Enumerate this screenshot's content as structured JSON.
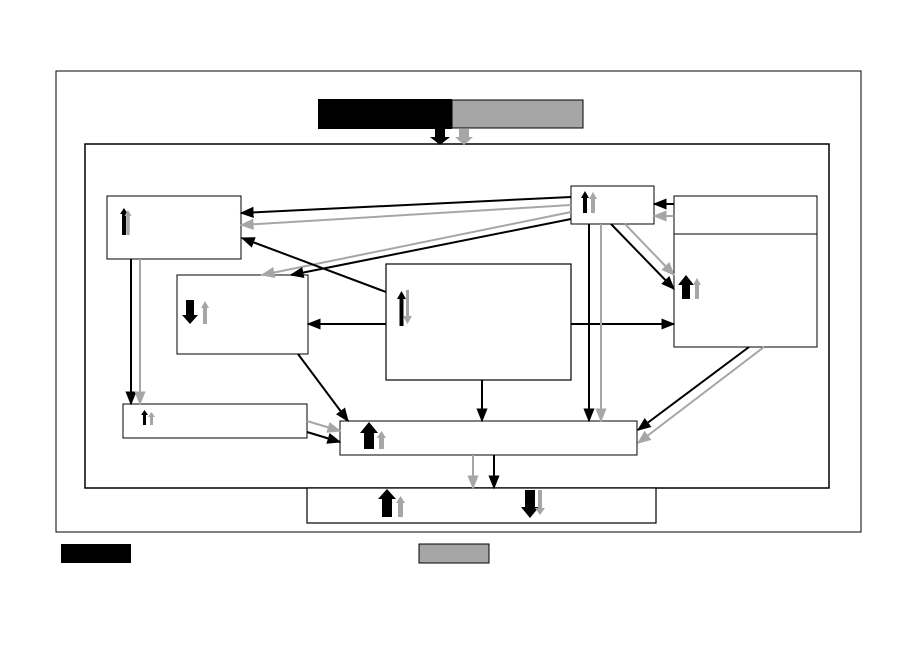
{
  "colors": {
    "primary": "#000000",
    "secondary": "#a6a6a6",
    "background": "#ffffff"
  },
  "legend": {
    "items": [
      {
        "swatch": "black",
        "label": ""
      },
      {
        "swatch": "gray",
        "label": ""
      }
    ]
  },
  "diagram": {
    "header_bar": {
      "left_label": "",
      "right_label": ""
    },
    "nodes": [
      {
        "id": "top-left",
        "label": "",
        "indicator": {
          "black": "up",
          "gray": "up"
        }
      },
      {
        "id": "center-left",
        "label": "",
        "indicator": {
          "black": "down",
          "gray": "up"
        }
      },
      {
        "id": "bottom-left",
        "label": "",
        "indicator": {
          "black": "up",
          "gray": "up"
        }
      },
      {
        "id": "center",
        "label": "",
        "indicator": {
          "black": "up",
          "gray": "down"
        }
      },
      {
        "id": "top-small",
        "label": "",
        "indicator": {
          "black": "up",
          "gray": "up"
        }
      },
      {
        "id": "right",
        "label": "",
        "indicator": {
          "black": "up",
          "gray": "up"
        }
      },
      {
        "id": "aggregate",
        "label": "",
        "indicator": {
          "black": "up",
          "gray": "up"
        }
      },
      {
        "id": "outcome",
        "label": "",
        "indicator": {
          "black": "up",
          "gray": "up"
        }
      }
    ],
    "outcome_secondary_indicator": {
      "black": "down",
      "gray": "down"
    }
  }
}
